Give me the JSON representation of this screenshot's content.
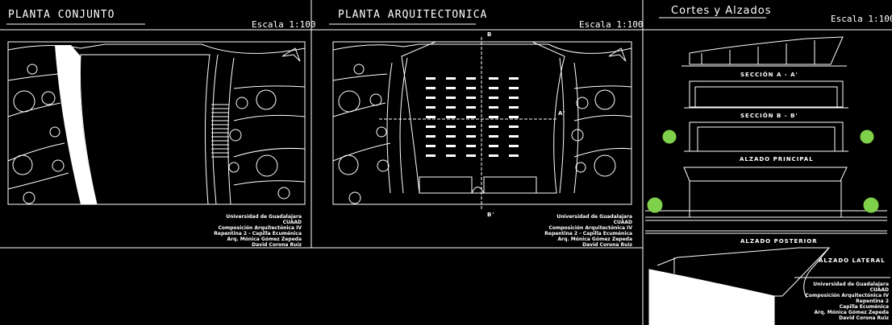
{
  "panels": {
    "conjunto": {
      "title": "PLANTA   CONJUNTO",
      "scale": "Escala 1:100",
      "credits": [
        "Universidad de Guadalajara",
        "CUAAD",
        "Composición Arquitectónica IV",
        "Repentina 2 - Capilla Ecuménica",
        "Arq. Mónica Gómez Zepeda",
        "David Corona Ruiz"
      ]
    },
    "arquitectonica": {
      "title": "PLANTA   ARQUITECTONICA",
      "scale": "Escala 1:100",
      "section_top": "B",
      "section_bottom": "B'",
      "section_side": "A'",
      "credits": [
        "Universidad de Guadalajara",
        "CUAAD",
        "Composición Arquitectónica IV",
        "Repentina 2 - Capilla Ecuménica",
        "Arq. Mónica Gómez Zepeda",
        "David Corona Ruiz"
      ]
    },
    "cortes": {
      "title": "Cortes y Alzados",
      "scale": "Escala 1:100",
      "seccion_a": "SECCIÓN  A - A'",
      "seccion_b": "SECCIÓN  B - B'",
      "alzado_principal": "ALZADO  PRINCIPAL",
      "alzado_posterior": "ALZADO  POSTERIOR",
      "alzado_lateral": "ALZADO  LATERAL",
      "credits": [
        "Universidad de Guadalajara",
        "CUAAD",
        "Composición Arquitectónica IV",
        "Repentina 2",
        "Capilla Ecuménica",
        "Arq. Mónica Gómez Zepeda",
        "David Corona Ruiz"
      ]
    }
  },
  "colors": {
    "background": "#000000",
    "lines": "#ffffff",
    "trees": "#7fd04a"
  }
}
